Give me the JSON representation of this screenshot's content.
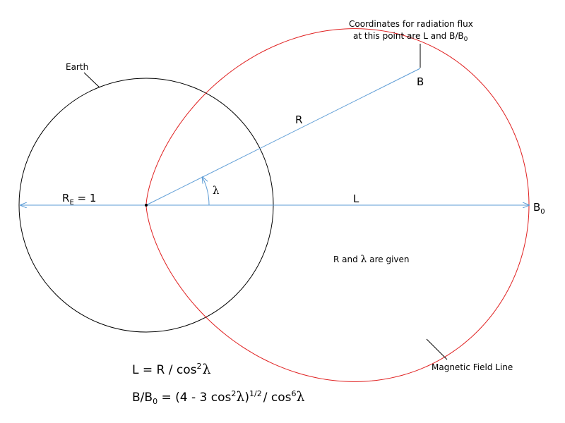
{
  "labels": {
    "earth": "Earth",
    "coordinates_line1": "Coordinates for radiation flux",
    "coordinates_line2_prefix": "at this point are L and B/B",
    "coordinates_line2_sub": "0",
    "point_b": "B",
    "r": "R",
    "lambda": "λ",
    "re_main": "R",
    "re_sub": "E",
    "re_value": " = 1",
    "l": "L",
    "b0_main": "B",
    "b0_sub": "0",
    "given_prefix": "R and ",
    "given_lambda": "λ",
    "given_suffix": " are given",
    "field_line": "Magnetic Field Line"
  },
  "formulas": {
    "f1_prefix": "L = R / cos",
    "f1_sup": "2",
    "f1_lambda": "λ",
    "f2_b": "B/B",
    "f2_sub": "0",
    "f2_mid": " = (4 - 3 cos",
    "f2_sup1": "2",
    "f2_lambda1": "λ",
    "f2_close": ")",
    "f2_sup2": "1/2",
    "f2_div": "/ cos",
    "f2_sup3": "6",
    "f2_lambda2": "λ"
  },
  "colors": {
    "earth": "#000000",
    "field_line": "#e02020",
    "vectors": "#5b9bd5",
    "text": "#000000"
  }
}
